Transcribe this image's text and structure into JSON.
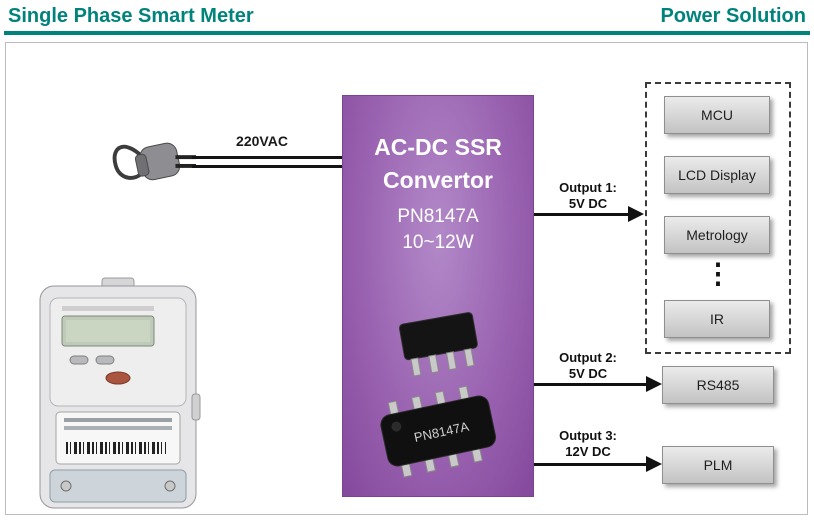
{
  "header": {
    "title": "Single Phase Smart Meter",
    "right": "Power Solution"
  },
  "colors": {
    "accent_teal": "#00837B",
    "converter_purple": "#9A63B1",
    "module_gray": "#D6D6D6",
    "line_black": "#111111"
  },
  "source": {
    "voltage": "220VAC"
  },
  "converter": {
    "title_line1": "AC-DC SSR",
    "title_line2": "Convertor",
    "part_number": "PN8147A",
    "power_range": "10~12W",
    "chip_label": "PN8147A"
  },
  "outputs": [
    {
      "label": "Output 1:",
      "value": "5V DC"
    },
    {
      "label": "Output 2:",
      "value": "5V DC"
    },
    {
      "label": "Output 3:",
      "value": "12V DC"
    }
  ],
  "modules": {
    "items": [
      "MCU",
      "LCD Display",
      "Metrology",
      "IR"
    ],
    "ellipsis": "⋮"
  },
  "peripherals": {
    "rs485": "RS485",
    "plm": "PLM"
  }
}
